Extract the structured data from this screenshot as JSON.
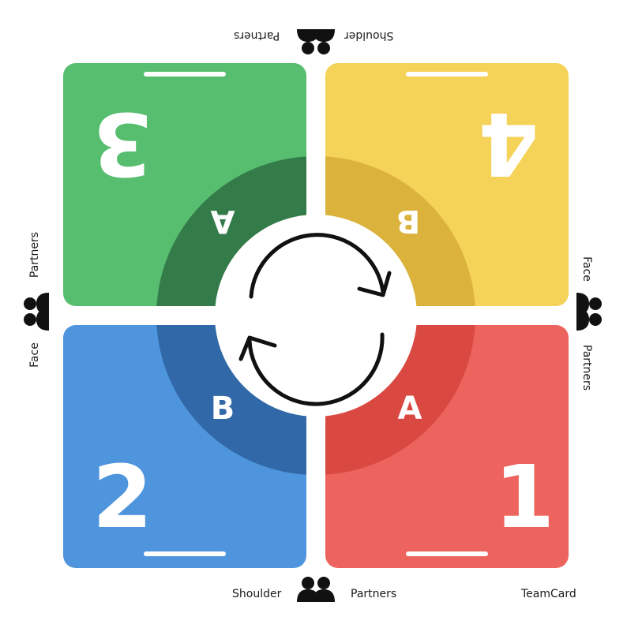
{
  "quadrants": [
    {
      "number": "3",
      "letter": "A",
      "color": "#57BD6F",
      "ring_color": "#337B49"
    },
    {
      "number": "4",
      "letter": "B",
      "color": "#F5D258",
      "ring_color": "#DAB23C"
    },
    {
      "number": "2",
      "letter": "B",
      "color": "#4E95DD",
      "ring_color": "#3068A8"
    },
    {
      "number": "1",
      "letter": "A",
      "color": "#EC645D",
      "ring_color": "#DA4842"
    }
  ],
  "labels": {
    "top_left": "Partners",
    "top_right": "Shoulder",
    "left_upper": "Partners",
    "left_lower": "Face",
    "right_upper": "Face",
    "right_lower": "Partners",
    "bottom_left": "Shoulder",
    "bottom_right": "Partners",
    "brand": "TeamCard"
  },
  "icons": {
    "people": "people-icon",
    "cycle": "cycle-arrows-icon"
  }
}
